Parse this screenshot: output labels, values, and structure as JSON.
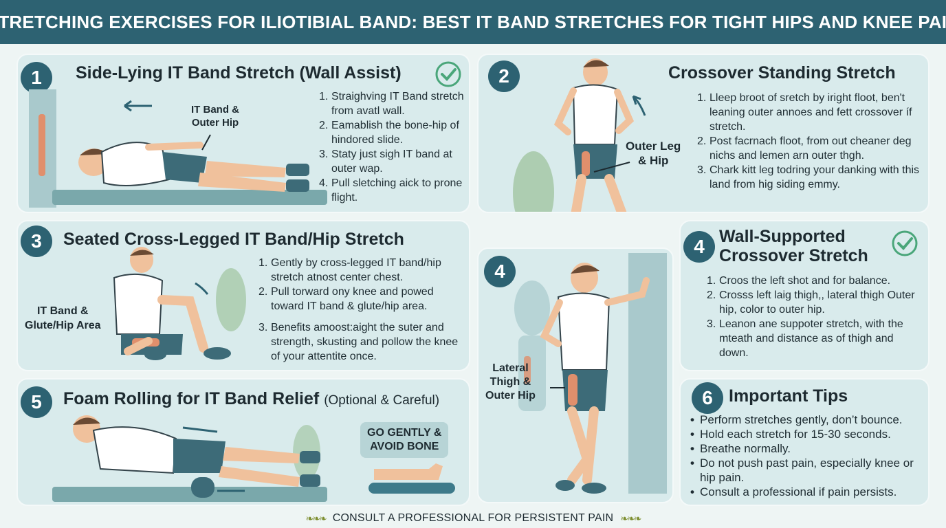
{
  "header": {
    "title": "STRETCHING EXERCISES FOR ILIOTIBIAL BAND: BEST IT BAND STRETCHES FOR TIGHT HIPS AND KNEE PAIN"
  },
  "cards": {
    "c1": {
      "number": "1",
      "title": "Side-Lying IT Band Stretch (Wall Assist)",
      "callout": "IT Band &\nOuter Hip",
      "steps": [
        {
          "n": "1.",
          "text": "Straighving IT Band stretch from avatl wall."
        },
        {
          "n": "2.",
          "text": "Eamablish the bone-hip of hindored slide."
        },
        {
          "n": "3.",
          "text": "Staty just sigh IT band at outer wap."
        },
        {
          "n": "4.",
          "text": "Pull sletching aick to prone flight."
        }
      ]
    },
    "c2": {
      "number": "2",
      "title": "Crossover Standing Stretch",
      "callout": "Outer Leg\n& Hip",
      "steps": [
        {
          "n": "1.",
          "text": "Lleep broot of sretch by iright floot, ben't leaning outer annoes and fett crossover íf stretch."
        },
        {
          "n": "2.",
          "text": "Post facrnach floot, from out cheaner deg nichs and lemen arn outer thgh."
        },
        {
          "n": "3.",
          "text": "Chark kitt leg todring your danking with this land from hig siding emmy."
        }
      ]
    },
    "c3": {
      "number": "3",
      "title": "Seated Cross-Legged IT Band/Hip Stretch",
      "callout": "IT Band &\nGlute/Hip Area",
      "steps": [
        {
          "n": "1.",
          "text": "Gently by cross-legged IT band/hip stretch atnost center chest."
        },
        {
          "n": "2.",
          "text": "Pull torward ony knee and powed toward IT band & glute/hip area."
        },
        {
          "n": "3.",
          "text": "Benefits amoost:aight the suter and strength, skusting and pollow the knee of your attentite once."
        }
      ]
    },
    "c4": {
      "number": "4",
      "callout": "Lateral\nThigh &\nOuter Hip"
    },
    "c4b": {
      "number": "4",
      "title": "Wall-Supported\nCrossover Stretch",
      "steps": [
        {
          "n": "1.",
          "text": "Croos the left shot and for balance."
        },
        {
          "n": "2.",
          "text": "Crosss left laig thigh,, lateral thigh Outer hip, color to outer hip."
        },
        {
          "n": "3.",
          "text": "Leanon ane suppoter stretch, with the mteath and distance as of thigh and down."
        }
      ]
    },
    "c5": {
      "number": "5",
      "title": "Foam Rolling for IT Band Relief",
      "note": "(Optional & Careful)",
      "box": "GO GENTLY &\nAVOID BONE"
    },
    "c6": {
      "number": "6",
      "title": "Important Tips",
      "tips": [
        "Perform stretches gently, don’t bounce.",
        "Hold each stretch for 15-30 seconds.",
        "Breathe normally.",
        "Do not push past pain, especially knee or hip pain.",
        "Consult a professional if pain persists."
      ]
    }
  },
  "footer": {
    "text": "CONSULT A PROFESSIONAL FOR PERSISTENT PAIN"
  },
  "colors": {
    "header": "#2d6272",
    "card": "#d9ebec",
    "accent": "#2d6272",
    "check": "#4aa67a"
  }
}
